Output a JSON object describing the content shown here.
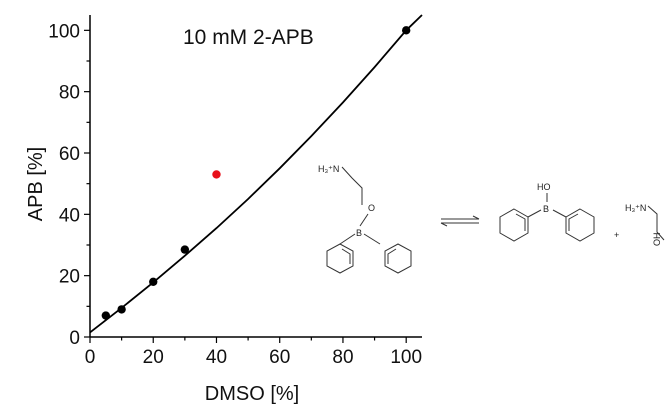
{
  "chart_data": {
    "type": "scatter",
    "xlabel": "DMSO [%]",
    "ylabel": "APB [%]",
    "xlim": [
      0,
      105
    ],
    "ylim": [
      0,
      105
    ],
    "xticks": [
      0,
      20,
      40,
      60,
      80,
      100
    ],
    "yticks": [
      0,
      20,
      40,
      60,
      80,
      100
    ],
    "annotation": "10 mM 2-APB",
    "series": [
      {
        "color": "#000000",
        "points": [
          [
            5,
            7
          ],
          [
            10,
            9
          ],
          [
            20,
            18
          ],
          [
            30,
            28.5
          ],
          [
            100,
            100
          ]
        ]
      },
      {
        "color": "#e8101a",
        "points": [
          [
            40,
            53
          ]
        ]
      }
    ],
    "fit_curve": {
      "color": "#000000",
      "points": [
        [
          0,
          1.5
        ],
        [
          10,
          9.5
        ],
        [
          20,
          17.8
        ],
        [
          30,
          26.5
        ],
        [
          40,
          35.5
        ],
        [
          50,
          45
        ],
        [
          60,
          55
        ],
        [
          70,
          65.5
        ],
        [
          80,
          76.5
        ],
        [
          90,
          88
        ],
        [
          100,
          100
        ],
        [
          105,
          106
        ]
      ]
    }
  },
  "scheme": {
    "reactant_ammonium": "H₃⁺N",
    "reactant_oxygen": "O",
    "reactant_boron": "B",
    "product_hydroxyl": "HO",
    "product_boron": "B",
    "plus_sign": "+",
    "product2_ammonium": "H₃⁺N",
    "product2_hydroxyl": "OH"
  }
}
